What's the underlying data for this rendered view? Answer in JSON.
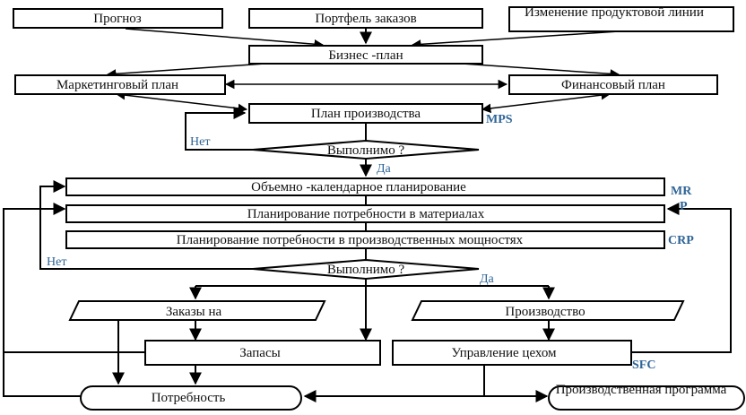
{
  "nodes": {
    "forecast": "Прогноз",
    "order_portfolio": "Портфель заказов",
    "product_line_change": "Изменение продуктовой линии",
    "business_plan": "Бизнес -план",
    "marketing_plan": "Маркетинговый план",
    "financial_plan": "Финансовый план",
    "production_plan": "План производства",
    "feasible_1": "Выполнимо ?",
    "master_scheduling": "Объемно -календарное планирование",
    "material_requirements": "Планирование потребности в материалах",
    "capacity_requirements": "Планирование потребности в производственных мощностях",
    "feasible_2": "Выполнимо ?",
    "orders": "Заказы на",
    "production": "Производство",
    "inventory": "Запасы",
    "shop_floor": "Управление цехом",
    "demand": "Потребность",
    "production_program": "Производственная программа"
  },
  "tags": {
    "mps": "MPS",
    "mrp_line1": "MR",
    "mrp_line2": "P",
    "crp": "CRP",
    "sfc": "SFC"
  },
  "labels": {
    "no_1": "Нет",
    "yes_1": "Да",
    "no_2": "Нет",
    "yes_2": "Да"
  }
}
